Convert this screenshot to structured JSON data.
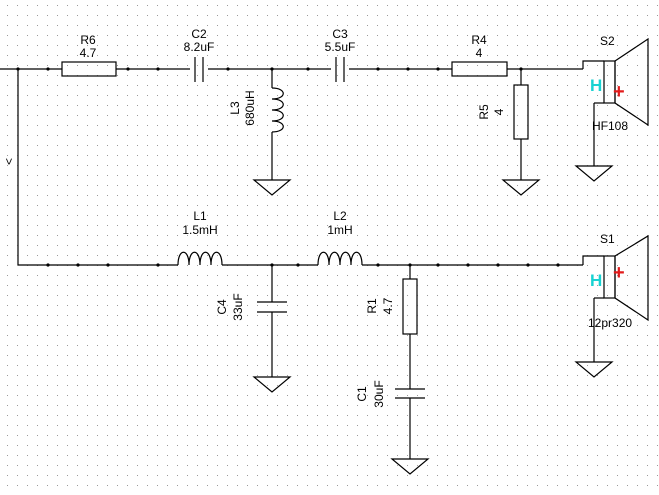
{
  "colors": {
    "background": "#ffffff",
    "grid": "#9a9a9a",
    "wire": "#000000",
    "speaker_h": "#19d2d2",
    "speaker_plus": "#e21b1b"
  },
  "input_label": ">",
  "components": {
    "r6": {
      "ref": "R6",
      "value": "4.7"
    },
    "c2": {
      "ref": "C2",
      "value": "8.2uF"
    },
    "c3": {
      "ref": "C3",
      "value": "5.5uF"
    },
    "r4": {
      "ref": "R4",
      "value": "4"
    },
    "l3": {
      "ref": "L3",
      "value": "680uH"
    },
    "r5": {
      "ref": "R5",
      "value": "4"
    },
    "s2": {
      "ref": "S2",
      "value": "HF108",
      "h": "H",
      "plus": "+"
    },
    "l1": {
      "ref": "L1",
      "value": "1.5mH"
    },
    "l2": {
      "ref": "L2",
      "value": "1mH"
    },
    "c4": {
      "ref": "C4",
      "value": "33uF"
    },
    "r1": {
      "ref": "R1",
      "value": "4.7"
    },
    "c1": {
      "ref": "C1",
      "value": "30uF"
    },
    "s1": {
      "ref": "S1",
      "value": "12pr320",
      "h": "H",
      "plus": "+"
    }
  }
}
